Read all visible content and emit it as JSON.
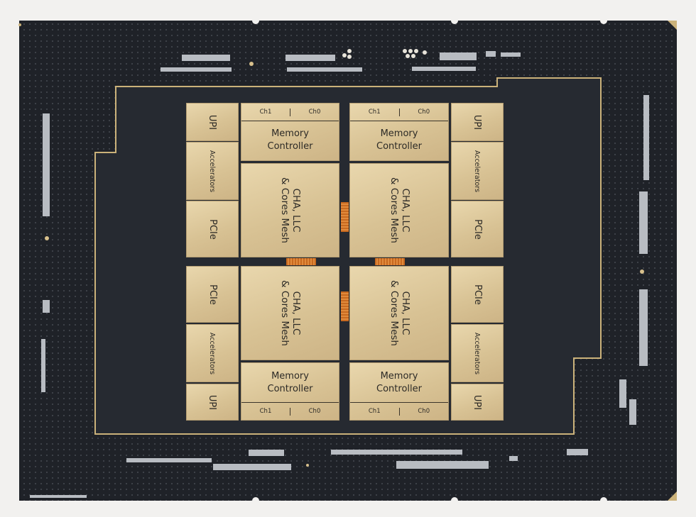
{
  "colors": {
    "substrate": "#1d2026",
    "die_outline": "#cbb27a",
    "tile_gold": "#dcc699",
    "bridge_orange": "#d57a2e",
    "background": "#f2f1ef"
  },
  "tiles": [
    {
      "upi": "UPI",
      "accelerators": "Accelerators",
      "pcie": "PCIe",
      "memory_controller": "Memory\nController",
      "mesh": "CHA, LLC\n& Cores Mesh",
      "channels": [
        "Ch1",
        "Ch0"
      ]
    },
    {
      "upi": "UPI",
      "accelerators": "Accelerators",
      "pcie": "PCIe",
      "memory_controller": "Memory\nController",
      "mesh": "CHA, LLC\n& Cores Mesh",
      "channels": [
        "Ch1",
        "Ch0"
      ]
    },
    {
      "upi": "UPI",
      "accelerators": "Accelerators",
      "pcie": "PCIe",
      "memory_controller": "Memory\nController",
      "mesh": "CHA, LLC\n& Cores Mesh",
      "channels": [
        "Ch1",
        "Ch0"
      ]
    },
    {
      "upi": "UPI",
      "accelerators": "Accelerators",
      "pcie": "PCIe",
      "memory_controller": "Memory\nController",
      "mesh": "CHA, LLC\n& Cores Mesh",
      "channels": [
        "Ch1",
        "Ch0"
      ]
    }
  ]
}
